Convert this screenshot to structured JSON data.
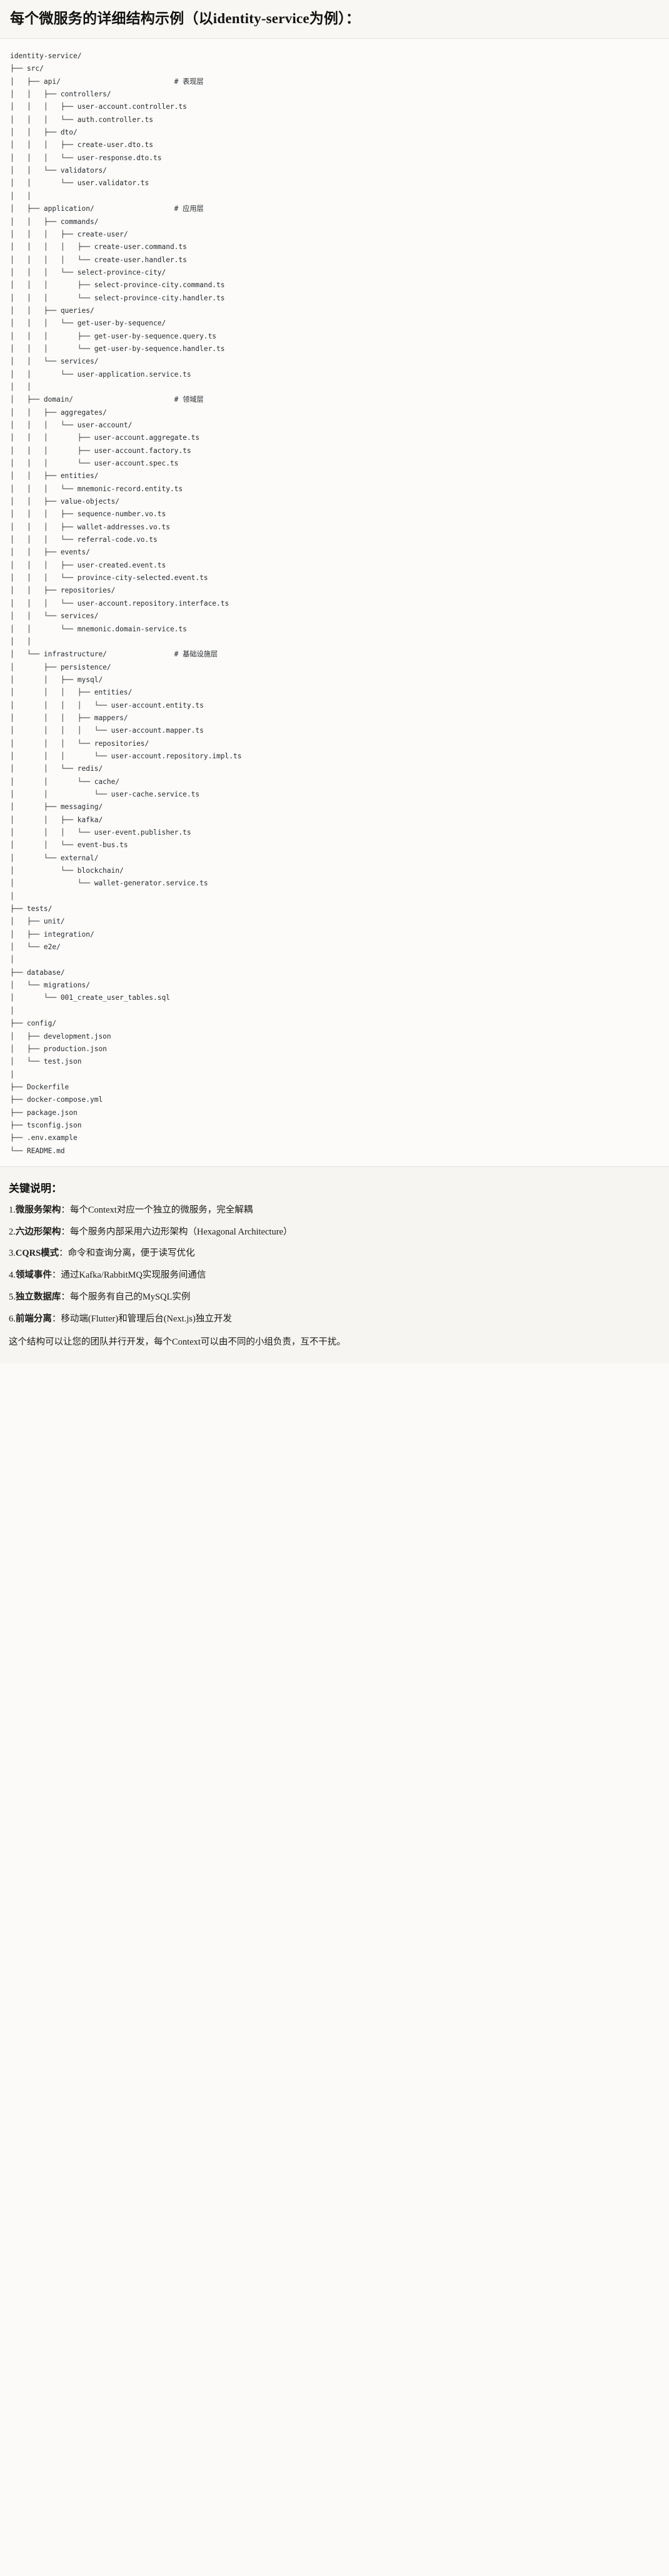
{
  "header": {
    "title": "每个微服务的详细结构示例（以identity-service为例）："
  },
  "tree": {
    "root": "identity-service/",
    "text": "identity-service/\n├── src/\n│   ├── api/                           # 表现层\n│   │   ├── controllers/\n│   │   │   ├── user-account.controller.ts\n│   │   │   └── auth.controller.ts\n│   │   ├── dto/\n│   │   │   ├── create-user.dto.ts\n│   │   │   └── user-response.dto.ts\n│   │   └── validators/\n│   │       └── user.validator.ts\n│   │\n│   ├── application/                   # 应用层\n│   │   ├── commands/\n│   │   │   ├── create-user/\n│   │   │   │   ├── create-user.command.ts\n│   │   │   │   └── create-user.handler.ts\n│   │   │   └── select-province-city/\n│   │   │       ├── select-province-city.command.ts\n│   │   │       └── select-province-city.handler.ts\n│   │   ├── queries/\n│   │   │   └── get-user-by-sequence/\n│   │   │       ├── get-user-by-sequence.query.ts\n│   │   │       └── get-user-by-sequence.handler.ts\n│   │   └── services/\n│   │       └── user-application.service.ts\n│   │\n│   ├── domain/                        # 领域层\n│   │   ├── aggregates/\n│   │   │   └── user-account/\n│   │   │       ├── user-account.aggregate.ts\n│   │   │       ├── user-account.factory.ts\n│   │   │       └── user-account.spec.ts\n│   │   ├── entities/\n│   │   │   └── mnemonic-record.entity.ts\n│   │   ├── value-objects/\n│   │   │   ├── sequence-number.vo.ts\n│   │   │   ├── wallet-addresses.vo.ts\n│   │   │   └── referral-code.vo.ts\n│   │   ├── events/\n│   │   │   ├── user-created.event.ts\n│   │   │   └── province-city-selected.event.ts\n│   │   ├── repositories/\n│   │   │   └── user-account.repository.interface.ts\n│   │   └── services/\n│   │       └── mnemonic.domain-service.ts\n│   │\n│   └── infrastructure/                # 基础设施层\n│       ├── persistence/\n│       │   ├── mysql/\n│       │   │   ├── entities/\n│       │   │   │   └── user-account.entity.ts\n│       │   │   ├── mappers/\n│       │   │   │   └── user-account.mapper.ts\n│       │   │   └── repositories/\n│       │   │       └── user-account.repository.impl.ts\n│       │   └── redis/\n│       │       └── cache/\n│       │           └── user-cache.service.ts\n│       ├── messaging/\n│       │   ├── kafka/\n│       │   │   └── user-event.publisher.ts\n│       │   └── event-bus.ts\n│       └── external/\n│           └── blockchain/\n│               └── wallet-generator.service.ts\n│\n├── tests/\n│   ├── unit/\n│   ├── integration/\n│   └── e2e/\n│\n├── database/\n│   └── migrations/\n│       └── 001_create_user_tables.sql\n│\n├── config/\n│   ├── development.json\n│   ├── production.json\n│   └── test.json\n│\n├── Dockerfile\n├── docker-compose.yml\n├── package.json\n├── tsconfig.json\n├── .env.example\n└── README.md",
    "layer_comments": [
      {
        "path": "api/",
        "comment": "# 表现层"
      },
      {
        "path": "application/",
        "comment": "# 应用层"
      },
      {
        "path": "domain/",
        "comment": "# 领域层"
      },
      {
        "path": "infrastructure/",
        "comment": "# 基础设施层"
      }
    ]
  },
  "notes": {
    "title": "关键说明：",
    "items": [
      {
        "num": "1.",
        "term": "微服务架构",
        "body": "：每个Context对应一个独立的微服务，完全解耦"
      },
      {
        "num": "2.",
        "term": "六边形架构",
        "body": "：每个服务内部采用六边形架构（Hexagonal Architecture）"
      },
      {
        "num": "3.",
        "term": "CQRS模式",
        "body": "：命令和查询分离，便于读写优化"
      },
      {
        "num": "4.",
        "term": "领域事件",
        "body": "：通过Kafka/RabbitMQ实现服务间通信"
      },
      {
        "num": "5.",
        "term": "独立数据库",
        "body": "：每个服务有自己的MySQL实例"
      },
      {
        "num": "6.",
        "term": "前端分离",
        "body": "：移动端(Flutter)和管理后台(Next.js)独立开发"
      }
    ],
    "closing": "这个结构可以让您的团队并行开发，每个Context可以由不同的小组负责，互不干扰。"
  },
  "colors": {
    "page_bg": "#fbfaf8",
    "header_bg": "#f8f7f3",
    "code_bg": "#fcfbf9",
    "notes_bg": "#f6f5f1",
    "text": "#24292f",
    "divider": "#e4e2dc"
  }
}
